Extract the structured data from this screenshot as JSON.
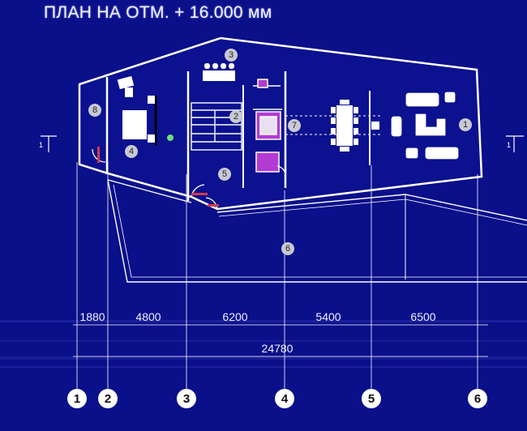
{
  "title": "ПЛАН НА ОТМ. + 16.000 мм",
  "colors": {
    "background": "#0a0f8a",
    "lines": "#ffffff",
    "bubble": "#c9c9d4"
  },
  "rooms": [
    "1",
    "2",
    "3",
    "4",
    "5",
    "6",
    "7",
    "8"
  ],
  "section_marks": {
    "left": "1",
    "right": "1"
  },
  "dimensions": {
    "spans": [
      "1880",
      "4800",
      "6200",
      "5400",
      "6500"
    ],
    "total": "24780"
  },
  "axes": [
    "1",
    "2",
    "3",
    "4",
    "5",
    "6"
  ]
}
